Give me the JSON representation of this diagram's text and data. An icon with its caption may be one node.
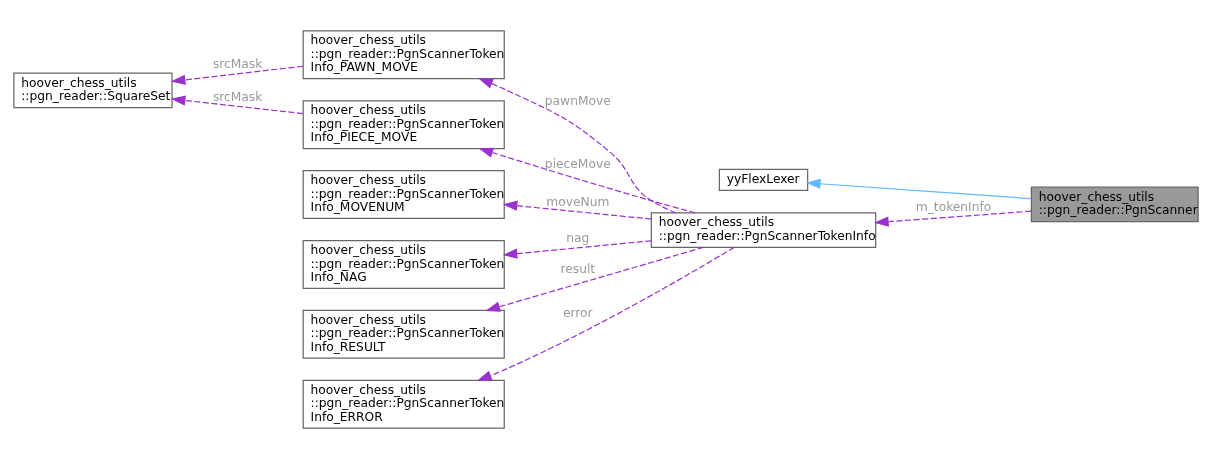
{
  "diagram": {
    "nodes": [
      {
        "text": [
          "hoover_chess_utils ::pgn_reader::PgnScanner"
        ]
      },
      {
        "text": [
          "yyFlexLexer"
        ]
      },
      {
        "text": [
          "hoover_chess_utils ::pgn_reader::PgnScannerTokenInfo"
        ]
      },
      {
        "text": [
          "hoover_chess_utils ::pgn_reader::PgnScannerToken Info_PAWN_MOVE"
        ]
      },
      {
        "text": [
          "hoover_chess_utils ::pgn_reader::SquareSet"
        ]
      },
      {
        "text": [
          "hoover_chess_utils ::pgn_reader::PgnScannerToken Info_PIECE_MOVE"
        ]
      },
      {
        "text": [
          "hoover_chess_utils ::pgn_reader::PgnScannerToken Info_MOVENUM"
        ]
      },
      {
        "text": [
          "hoover_chess_utils ::pgn_reader::PgnScannerToken Info_NAG"
        ]
      },
      {
        "text": [
          "hoover_chess_utils ::pgn_reader::PgnScannerToken Info_RESULT"
        ]
      },
      {
        "text": [
          "hoover_chess_utils ::pgn_reader::PgnScannerToken Info_ERROR"
        ]
      }
    ],
    "edges": [
      {
        "from": 0,
        "to": 1,
        "arrow": "to",
        "color": "#63b8ff"
      },
      {
        "from": 0,
        "to": 2,
        "arrow": "to",
        "label": "m_tokenInfo",
        "style": "dashed"
      },
      {
        "from": 2,
        "to": 3,
        "arrow": "to",
        "label": "pawnMove",
        "style": "dashed"
      },
      {
        "from": 2,
        "to": 5,
        "arrow": "to",
        "label": "pieceMove",
        "style": "dashed"
      },
      {
        "from": 2,
        "to": 6,
        "arrow": "to",
        "label": "moveNum",
        "style": "dashed"
      },
      {
        "from": 2,
        "to": 7,
        "arrow": "to",
        "label": "nag",
        "style": "dashed"
      },
      {
        "from": 2,
        "to": 8,
        "arrow": "to",
        "label": "result",
        "style": "dashed"
      },
      {
        "from": 2,
        "to": 9,
        "arrow": "to",
        "label": "error",
        "style": "dashed"
      },
      {
        "from": 3,
        "to": 4,
        "arrow": "to",
        "label": "srcMask",
        "style": "dashed"
      },
      {
        "from": 5,
        "to": 4,
        "arrow": "to",
        "label": "srcMask",
        "style": "dashed"
      }
    ]
  }
}
